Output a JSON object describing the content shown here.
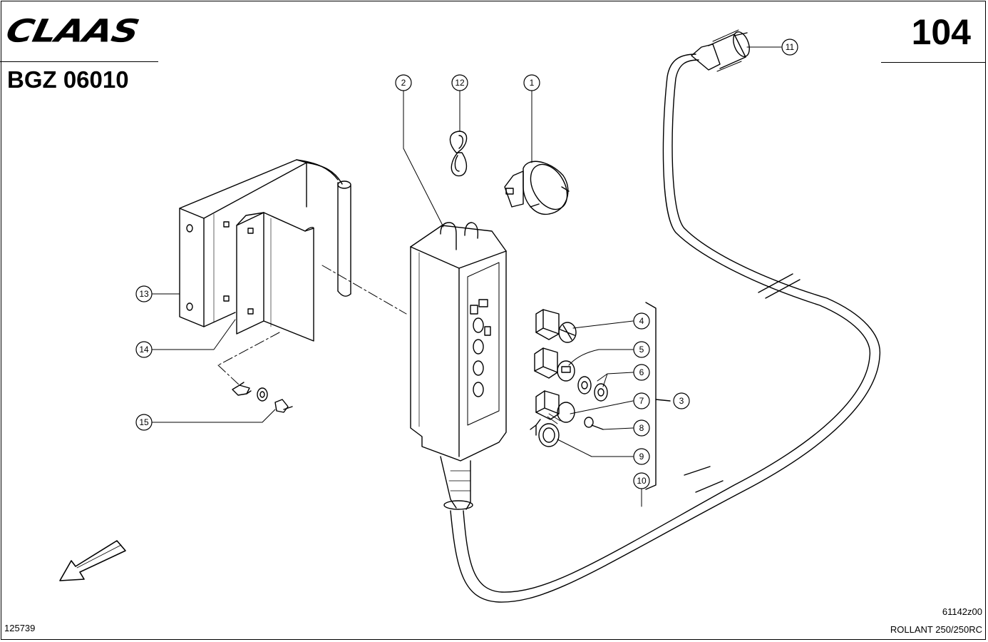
{
  "header": {
    "brand": "CLAAS",
    "page_number": "104",
    "doc_id": "BGZ 06010"
  },
  "footer": {
    "sheet_number": "125739",
    "drawing_number": "61142z00",
    "model": "ROLLANT 250/250RC"
  },
  "callouts": [
    "1",
    "2",
    "3",
    "4",
    "5",
    "6",
    "7",
    "8",
    "9",
    "10",
    "11",
    "12",
    "13",
    "14",
    "15"
  ],
  "icons": {
    "direction_arrow": "arrow-down-left-icon"
  }
}
